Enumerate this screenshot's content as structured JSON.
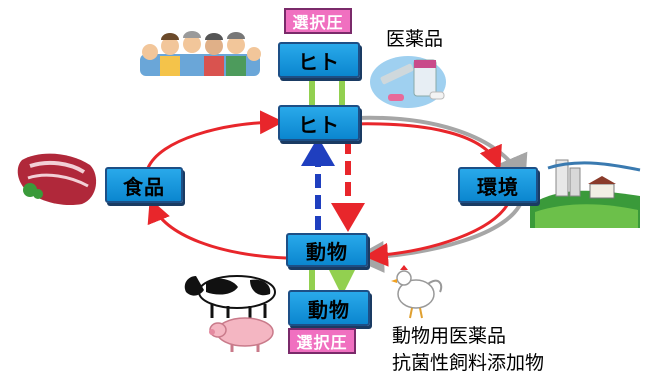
{
  "nodes": {
    "human_top": "ヒト",
    "human_mid": "ヒト",
    "food": "食品",
    "environment": "環境",
    "animal_mid": "動物",
    "animal_bottom": "動物"
  },
  "tags": {
    "top_selection_pressure": "選択圧",
    "bottom_selection_pressure": "選択圧"
  },
  "labels": {
    "pharmaceuticals": "医薬品",
    "vet_pharmaceuticals": "動物用医薬品",
    "feed_additives": "抗菌性飼料添加物"
  },
  "colors": {
    "node_fill": "#1a9be0",
    "node_border": "#1d4f86",
    "tag_fill": "#f070c0",
    "red_arrow": "#e8262b",
    "gray_arrow": "#a6a6a6",
    "blue_arrow": "#1f3fbf",
    "green_arrow": "#92d050"
  },
  "icons": [
    "people-group-icon",
    "medicine-icon",
    "meat-icon",
    "landscape-farm-icon",
    "cow-icon",
    "pig-icon",
    "chicken-icon"
  ]
}
